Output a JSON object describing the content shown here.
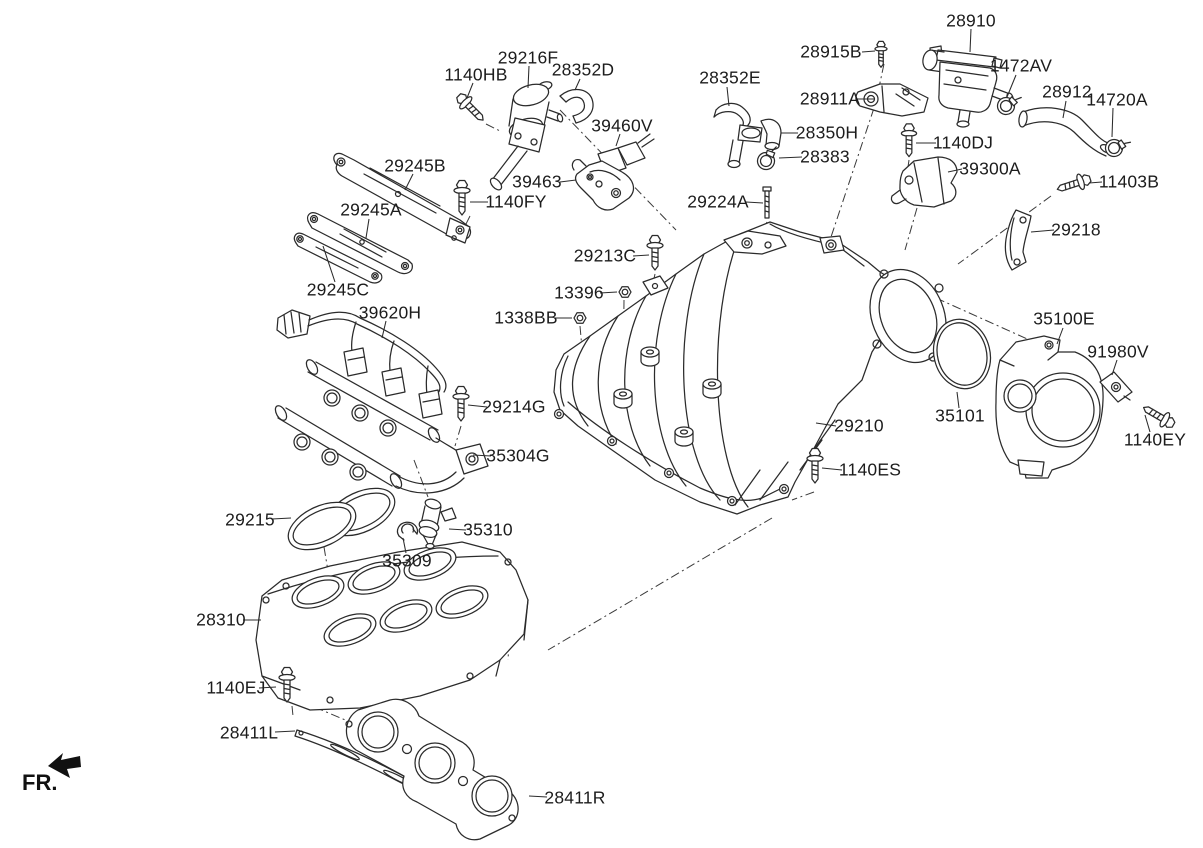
{
  "diagram": {
    "kind": "exploded-parts-diagram",
    "subject": "intake-manifold",
    "front_marker": "FR.",
    "colors": {
      "background": "#ffffff",
      "line": "#2b2b2b",
      "text": "#1c1c1c"
    },
    "part_labels": [
      "28910",
      "28915B",
      "1472AV",
      "28912",
      "14720A",
      "28911A",
      "29216F",
      "1140HB",
      "28352D",
      "39460V",
      "28352E",
      "28350H",
      "28383",
      "1140DJ",
      "39300A",
      "11403B",
      "29218",
      "29245B",
      "39463",
      "1140FY",
      "29224A",
      "29213C",
      "13396",
      "1338BB",
      "29245A",
      "29245C",
      "39620H",
      "35100E",
      "91980V",
      "29214G",
      "35101",
      "1140EY",
      "29210",
      "1140ES",
      "35304G",
      "29215",
      "35310",
      "35309",
      "28310",
      "1140EJ",
      "28411L",
      "28411R"
    ]
  }
}
